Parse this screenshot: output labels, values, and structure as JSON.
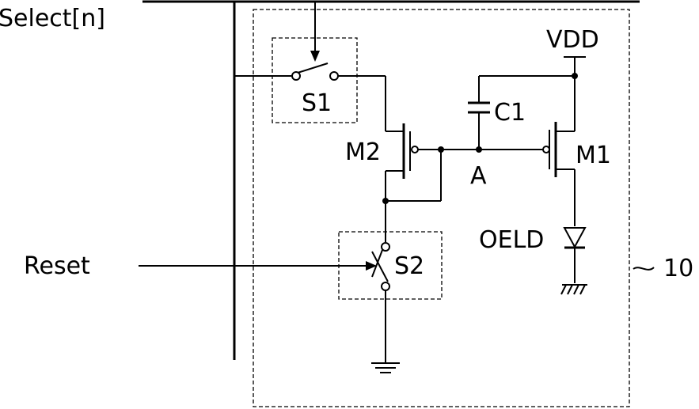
{
  "labels": {
    "select": "Select[n]",
    "reset": "Reset",
    "vdd": "VDD",
    "s1": "S1",
    "s2": "S2",
    "m1": "M1",
    "m2": "M2",
    "c1": "C1",
    "node_a": "A",
    "oeld": "OELD",
    "ref": "10"
  }
}
